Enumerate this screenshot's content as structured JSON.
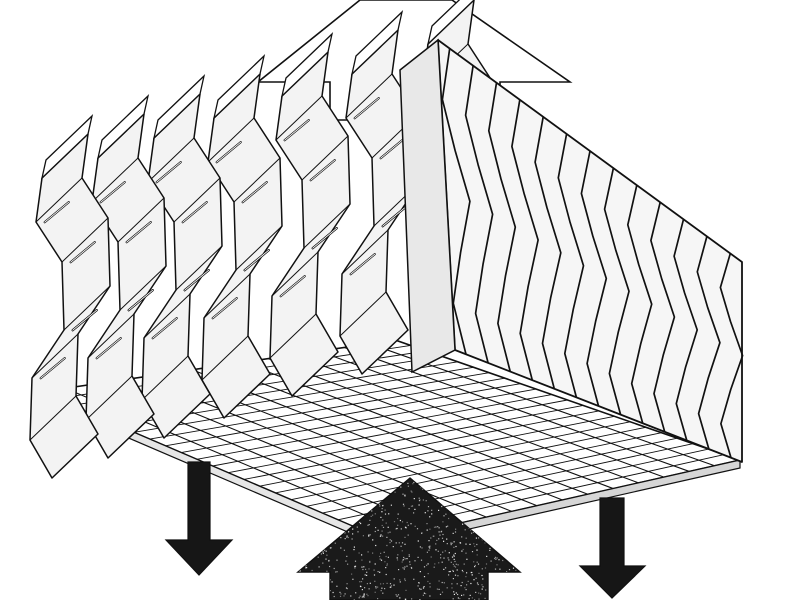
{
  "diagram": {
    "subject": "drift-eliminator-fill-block",
    "colors": {
      "background": "#ffffff",
      "line": "#111111",
      "blade_fill": "#f3f3f3",
      "bottom_fill": "#ffffff",
      "shadow": "#a9a9a9",
      "dark_arrow": "#161616"
    },
    "elements": [
      {
        "role": "air-outflow-arrow",
        "icon": "hollow-up-arrow"
      },
      {
        "role": "water-droplets-arrow",
        "icon": "speckled-up-arrow"
      },
      {
        "role": "water-fall-arrow-left",
        "icon": "solid-down-arrow"
      },
      {
        "role": "water-fall-arrow-right",
        "icon": "solid-down-arrow"
      }
    ]
  }
}
